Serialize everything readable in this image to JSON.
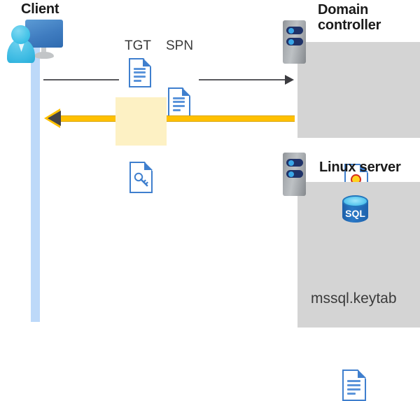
{
  "diagram": {
    "title": "Kerberos authentication flow between client, domain controller and Linux server",
    "background_color": "#ffffff"
  },
  "client": {
    "label": "Client",
    "icon": "user-computer-icon",
    "lifeline_color": "#bdd9f9"
  },
  "domain_controller": {
    "label_line1": "Domain",
    "label_line2": "controller",
    "server_icon": "server-icon",
    "panel_color": "#d4d4d4",
    "contents": [
      {
        "icon": "certificate-document-icon",
        "label": ""
      }
    ]
  },
  "linux_server": {
    "label": "Linux server",
    "server_icon": "server-icon",
    "panel_color": "#d4d4d4",
    "contents": [
      {
        "icon": "sql-database-icon",
        "label": "SQL"
      },
      {
        "icon": "document-icon",
        "label": "mssql.keytab"
      }
    ]
  },
  "request_flow": {
    "direction": "client-to-domain-controller",
    "line_color": "#5a5a5e",
    "artifacts": [
      {
        "label": "TGT",
        "icon": "document-icon"
      },
      {
        "label": "SPN",
        "icon": "document-icon"
      }
    ]
  },
  "response_flow": {
    "direction": "domain-controller-to-client",
    "line_color": "#ffc000",
    "arrowhead_color": "#444449",
    "highlight_color": "#fdf1c4",
    "artifact": {
      "label": "",
      "icon": "key-document-icon"
    }
  }
}
